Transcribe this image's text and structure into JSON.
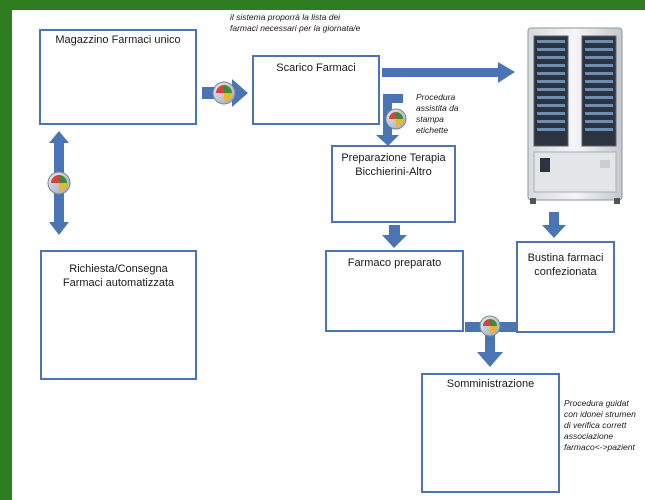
{
  "diagram": {
    "notes": {
      "top": [
        "il sistema proporrà la lista dei",
        "farmaci necessari per la giornata/e"
      ],
      "label_print": [
        "Procedura",
        "assistita da",
        "stampa",
        "etichette"
      ],
      "guided": [
        "Procedura  guidat",
        "con idonei strumen",
        "di  verifica  corrett",
        "associazione",
        "farmaco<->pazient"
      ]
    },
    "nodes": {
      "magazzino": "Magazzino Farmaci unico",
      "scarico": "Scarico Farmaci",
      "preparazione": [
        "Preparazione Terapia",
        "Bicchierini-Altro"
      ],
      "farmaco_preparato": "Farmaco preparato",
      "bustina": [
        "Bustina farmaci",
        "confezionata"
      ],
      "richiesta": [
        "Richiesta/Consegna",
        "Farmaci automatizzata"
      ],
      "somministrazione": "Somministrazione"
    },
    "colors": {
      "frame": "#2f7d1e",
      "box_border": "#4a74b3",
      "arrow": "#4a74b3"
    },
    "icons": [
      "pharmacy-shelves-image",
      "medicine-boxes-image",
      "gears-icon",
      "medicine-cups-image",
      "medicine-pouch-roll-image",
      "robot-dispenser-image",
      "nurse-patient-photo",
      "link-badge-icon"
    ]
  }
}
